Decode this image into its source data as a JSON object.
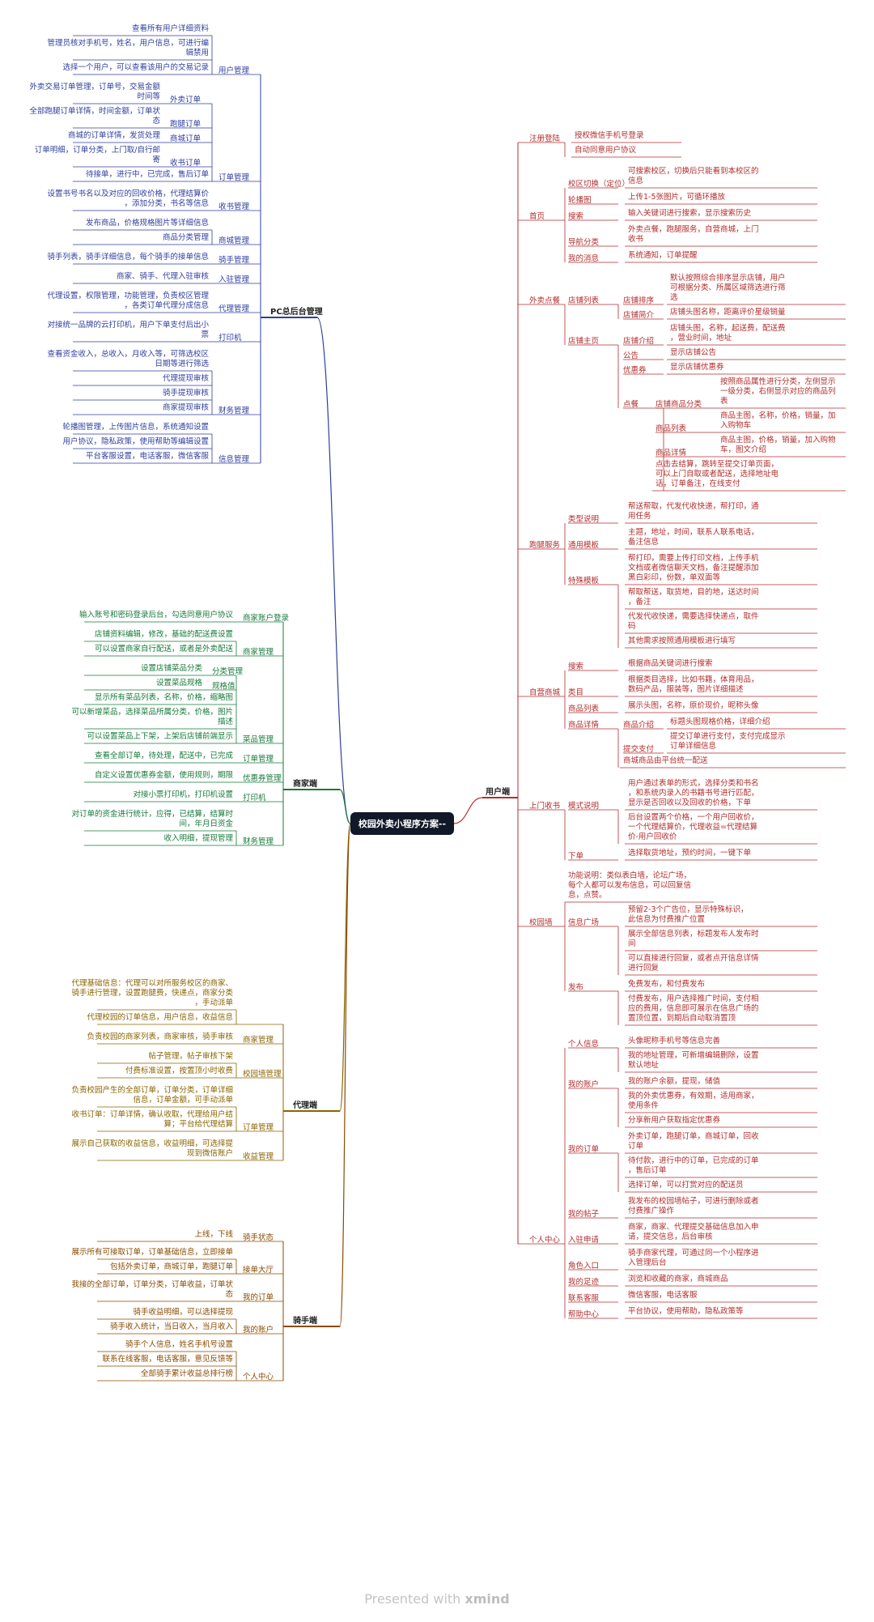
{
  "center": "校园外卖小程序方案--",
  "footer": {
    "prefix": "Presented with",
    "brand": "xmind"
  },
  "colors": {
    "pc": "#2f3e9e",
    "merchant": "#157a3a",
    "agent": "#8a6400",
    "rider": "#8a4a00",
    "user": "#b32d2d",
    "center_bg": "#111827"
  },
  "branches": {
    "pc": {
      "label": "PC总后台管理",
      "groups": [
        {
          "label": "用户管理",
          "items": [
            "查看所有用户详细资料",
            "管理员核对手机号，姓名，用户信息，可进行编辑禁用",
            "选择一个用户，可以查看该用户的交易记录"
          ]
        },
        {
          "label": "订单管理",
          "subs": [
            {
              "label": "外卖订单",
              "items": [
                "外卖交易订单管理，订单号，交易金额时间等"
              ]
            },
            {
              "label": "跑腿订单",
              "items": [
                "全部跑腿订单详情，时间金额，订单状态"
              ]
            },
            {
              "label": "商城订单",
              "items": [
                "商城的订单详情，发货处理"
              ]
            },
            {
              "label": "收书订单",
              "items": [
                "订单明细，订单分类，上门取/自行邮寄"
              ]
            }
          ],
          "items": [
            "待接单，进行中，已完成，售后订单"
          ]
        },
        {
          "label": "收书管理",
          "items": [
            "设置书号书名以及对应的回收价格，代理结算价，添加分类，书名等信息"
          ]
        },
        {
          "label": "商城管理",
          "items": [
            "发布商品，价格规格图片等详细信息",
            "商品分类管理"
          ]
        },
        {
          "label": "骑手管理",
          "items": [
            "骑手列表，骑手详细信息，每个骑手的接单信息"
          ]
        },
        {
          "label": "入驻管理",
          "items": [
            "商家、骑手、代理入驻审核"
          ]
        },
        {
          "label": "代理管理",
          "items": [
            "代理设置，权限管理，功能管理，负责校区管理，各类订单代理分成信息"
          ]
        },
        {
          "label": "打印机",
          "items": [
            "对接统一品牌的云打印机，用户下单支付后出小票"
          ]
        },
        {
          "label": "财务管理",
          "items": [
            "查看资金收入，总收入，月收入等，可筛选校区日期等进行筛选",
            "代理提现审核",
            "骑手提现审核",
            "商家提现审核"
          ]
        },
        {
          "label": "信息管理",
          "items": [
            "轮播图管理，上传图片信息，系统通知设置",
            "用户协议，隐私政策，使用帮助等编辑设置",
            "平台客服设置，电话客服，微信客服"
          ]
        }
      ]
    },
    "merchant": {
      "label": "商家端",
      "groups": [
        {
          "label": "商家账户登录",
          "items": [
            "输入账号和密码登录后台，勾选同意用户协议"
          ]
        },
        {
          "label": "商家管理",
          "items": [
            "店铺资料编辑，修改，基础的配送费设置",
            "可以设置商家自行配送，或者是外卖配送"
          ]
        },
        {
          "label": "菜品管理",
          "subs": [
            {
              "label": "分类管理",
              "items": [
                "设置店铺菜品分类"
              ]
            },
            {
              "label": "规格值",
              "items": [
                "设置菜品规格"
              ]
            }
          ],
          "items": [
            "显示所有菜品列表，名称，价格，缩略图",
            "可以新增菜品，选择菜品所属分类，价格，图片描述",
            "可以设置菜品上下架，上架后店铺前端显示"
          ]
        },
        {
          "label": "订单管理",
          "items": [
            "查看全部订单，待处理，配送中，已完成"
          ]
        },
        {
          "label": "优惠券管理",
          "items": [
            "自定义设置优惠券金额，使用规则，期限"
          ]
        },
        {
          "label": "打印机",
          "items": [
            "对接小票打印机，打印机设置"
          ]
        },
        {
          "label": "财务管理",
          "items": [
            "对订单的资金进行统计，应得，已结算，结算时间，年月日资金",
            "收入明细，提现管理"
          ]
        }
      ]
    },
    "agent": {
      "label": "代理端",
      "groups": [
        {
          "label": "",
          "items": [
            "代理基础信息：代理可以对所服务校区的商家、骑手进行管理，设置跑腿费，快递点，商家分类，手动派单",
            "代理校园的订单信息，用户信息，收益信息"
          ]
        },
        {
          "label": "商家管理",
          "items": [
            "负责校园的商家列表，商家审核，骑手审核"
          ]
        },
        {
          "label": "校园墙管理",
          "items": [
            "帖子管理，帖子审核下架",
            "付费标准设置，按置顶小时收费"
          ]
        },
        {
          "label": "订单管理",
          "items": [
            "负责校园产生的全部订单，订单分类，订单详细信息，订单金额，可手动派单",
            "收书订单：订单详情，确认收取，代理给用户结算；平台给代理结算"
          ]
        },
        {
          "label": "收益管理",
          "items": [
            "展示自己获取的收益信息，收益明细，可选择提现到微信账户"
          ]
        }
      ]
    },
    "rider": {
      "label": "骑手端",
      "groups": [
        {
          "label": "骑手状态",
          "items": [
            "上线，下线"
          ]
        },
        {
          "label": "接单大厅",
          "items": [
            "展示所有可接取订单，订单基础信息，立即接单",
            "包括外卖订单，商城订单，跑腿订单"
          ]
        },
        {
          "label": "我的订单",
          "items": [
            "我接的全部订单，订单分类，订单收益，订单状态"
          ]
        },
        {
          "label": "我的账户",
          "items": [
            "骑手收益明细，可以选择提现",
            "骑手收入统计，当日收入，当月收入"
          ]
        },
        {
          "label": "个人中心",
          "items": [
            "骑手个人信息，姓名手机号设置",
            "联系在线客服，电话客服，意见反馈等",
            "全部骑手累计收益总排行榜"
          ]
        }
      ]
    },
    "user": {
      "label": "用户端",
      "groups": [
        {
          "label": "注册登陆",
          "items": [
            "授权微信手机号登录",
            "自动同意用户协议"
          ]
        },
        {
          "label": "首页",
          "subs": [
            {
              "label": "校区切换（定位）",
              "items": [
                "可搜索校区，切换后只能看到本校区的信息"
              ]
            },
            {
              "label": "轮播图",
              "items": [
                "上传1-5张图片，可循环播放"
              ]
            },
            {
              "label": "搜索",
              "items": [
                "输入关键词进行搜索，显示搜索历史"
              ]
            },
            {
              "label": "导航分类",
              "items": [
                "外卖点餐，跑腿服务，自营商城，上门收书"
              ]
            },
            {
              "label": "我的消息",
              "items": [
                "系统通知，订单提醒"
              ]
            }
          ]
        },
        {
          "label": "外卖点餐",
          "subs": [
            {
              "label": "店铺列表",
              "subs2": [
                {
                  "label": "店铺排序",
                  "items": [
                    "默认按照综合排序显示店铺，用户可根据分类、所属区域筛选进行筛选"
                  ]
                },
                {
                  "label": "店铺简介",
                  "items": [
                    "店铺头图名称，距离评价星级销量"
                  ]
                }
              ]
            },
            {
              "label": "店铺主页",
              "subs2": [
                {
                  "label": "店铺介绍",
                  "items": [
                    "店铺头图，名称，起送费，配送费，营业时间，地址"
                  ]
                },
                {
                  "label": "公告",
                  "items": [
                    "显示店铺公告"
                  ]
                },
                {
                  "label": "优惠券",
                  "items": [
                    "显示店铺优惠券"
                  ]
                },
                {
                  "label": "点餐",
                  "subs3": [
                    {
                      "label": "店铺商品分类",
                      "items": [
                        "按照商品属性进行分类，左侧显示一级分类，右侧显示对应的商品列表"
                      ]
                    },
                    {
                      "label": "商品列表",
                      "items": [
                        "商品主图，名称，价格，销量，加入购物车"
                      ]
                    },
                    {
                      "label": "商品详情",
                      "items": [
                        "商品主图，价格，销量，加入购物车，图文介绍"
                      ]
                    }
                  ],
                  "items": [
                    "点击去结算，跳转至提交订单页面，可以上门自取或者配送，选择地址电话，订单备注，在线支付"
                  ]
                }
              ]
            }
          ]
        },
        {
          "label": "跑腿服务",
          "subs": [
            {
              "label": "类型说明",
              "items": [
                "帮送帮取，代发代收快递，帮打印，通用任务"
              ]
            },
            {
              "label": "通用模板",
              "items": [
                "主题，地址，时间，联系人联系电话，备注信息"
              ]
            },
            {
              "label": "特殊模板",
              "items": [
                "帮打印，需要上传打印文档，上传手机文档或者微信聊天文档，备注提醒添加黑白彩印，份数，单双面等",
                "帮取帮送，取货地，目的地，送达时间，备注",
                "代发代收快递，需要选择快递点，取件码",
                "其他需求按照通用模板进行填写"
              ]
            }
          ]
        },
        {
          "label": "自营商城",
          "subs": [
            {
              "label": "搜索",
              "items": [
                "根据商品关键词进行搜索"
              ]
            },
            {
              "label": "类目",
              "items": [
                "根据类目选择，比如书籍，体育用品，数码产品，服装等，图片详细描述"
              ]
            },
            {
              "label": "商品列表",
              "items": [
                "展示头图，名称，原价现价，昵称头像"
              ]
            },
            {
              "label": "商品详情",
              "subs2": [
                {
                  "label": "商品介绍",
                  "items": [
                    "标题头图规格价格，详细介绍"
                  ]
                },
                {
                  "label": "提交支付",
                  "items": [
                    "提交订单进行支付，支付完成显示订单详细信息"
                  ]
                }
              ],
              "items": [
                "商城商品由平台统一配送"
              ]
            }
          ]
        },
        {
          "label": "上门收书",
          "subs": [
            {
              "label": "模式说明",
              "items": [
                "用户通过表单的形式，选择分类和书名，和系统内录入的书籍书号进行匹配，显示是否回收以及回收的价格，下单",
                "后台设置两个价格，一个用户回收价，一个代理结算价，代理收益=代理结算价-用户回收价"
              ]
            },
            {
              "label": "下单",
              "items": [
                "选择取货地址，预约时间，一键下单"
              ]
            }
          ]
        },
        {
          "label": "校园墙",
          "subs": [
            {
              "label": "信息广场",
              "items": [
                "预留2-3个广告位，显示特殊标识，此信息为付费推广位置",
                "展示全部信息列表，标题发布人发布时间",
                "可以直接进行回复，或者点开信息详情进行回复"
              ]
            },
            {
              "label": "发布",
              "items": [
                "免费发布，和付费发布",
                "付费发布，用户选择推广时间，支付相应的费用，信息即可展示在信息广场的置顶位置，到期后自动取消置顶"
              ]
            }
          ],
          "items": [
            "功能说明：类似表白墙，论坛广场，每个人都可以发布信息，可以回复信息，点赞。"
          ]
        },
        {
          "label": "个人中心",
          "subs": [
            {
              "label": "个人信息",
              "items": [
                "头像昵称手机号等信息完善",
                "我的地址管理，可新增编辑删除，设置默认地址"
              ]
            },
            {
              "label": "我的账户",
              "items": [
                "我的账户余额，提现，储值",
                "我的外卖优惠券，有效期，适用商家，使用条件",
                "分享新用户获取指定优惠券"
              ]
            },
            {
              "label": "我的订单",
              "items": [
                "外卖订单，跑腿订单，商城订单，回收订单",
                "待付款，进行中的订单，已完成的订单，售后订单",
                "选择订单，可以打赏对应的配送员"
              ]
            },
            {
              "label": "我的帖子",
              "items": [
                "我发布的校园墙帖子，可进行删除或者付费推广操作"
              ]
            },
            {
              "label": "入驻申请",
              "items": [
                "商家，商家、代理提交基础信息加入申请，提交信息，后台审核"
              ]
            },
            {
              "label": "角色入口",
              "items": [
                "骑手商家代理，可通过同一个小程序进入管理后台"
              ]
            },
            {
              "label": "我的足迹",
              "items": [
                "浏览和收藏的商家，商城商品"
              ]
            },
            {
              "label": "联系客服",
              "items": [
                "微信客服，电话客服"
              ]
            },
            {
              "label": "帮助中心",
              "items": [
                "平台协议，使用帮助，隐私政策等"
              ]
            }
          ]
        }
      ]
    }
  }
}
